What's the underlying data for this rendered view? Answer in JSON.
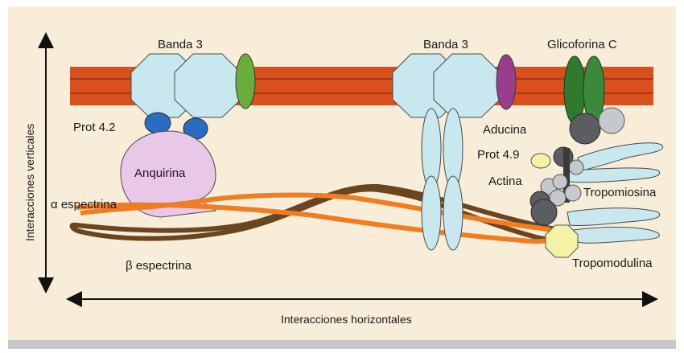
{
  "labels": {
    "banda3_left": "Banda 3",
    "banda3_right": "Banda 3",
    "glicoforina_c": "Glicoforina C",
    "prot42": "Prot 4.2",
    "anquirina": "Anquirina",
    "aducina": "Aducina",
    "prot49": "Prot 4.9",
    "actina": "Actina",
    "tropomiosina": "Tropomiosina",
    "alpha_espectrina": "α espectrina",
    "beta_espectrina": "β espectrina",
    "tropomodulina": "Tropomodulina"
  },
  "axes": {
    "vertical": "Interacciones verticales",
    "horizontal": "Interacciones horizontales"
  },
  "colors": {
    "background": "#f7edd9",
    "membrane": "#d9501e",
    "banda3": "#c9e7ee",
    "glicoforina": "#2f7a2f",
    "green_protein": "#6aad3a",
    "aducina": "#9b3d8d",
    "prot42": "#2b6cc0",
    "anquirina": "#e9c7e8",
    "alpha_spectrin": "#f07d22",
    "beta_spectrin": "#6b4420",
    "tropomodulina": "#f3f2a6",
    "actin_dark": "#5b5d63",
    "actin_light": "#c5c8cd"
  }
}
